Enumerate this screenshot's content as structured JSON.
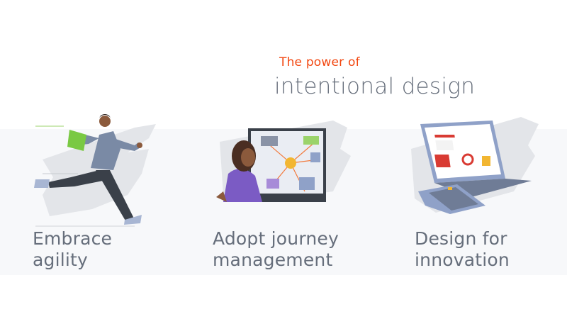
{
  "hero": {
    "eyebrow": "The power of",
    "headline": "intentional design"
  },
  "cards": [
    {
      "line1": "Embrace",
      "line2": "agility",
      "illustration": "running-man-with-folder"
    },
    {
      "line1": "Adopt journey",
      "line2": "management",
      "illustration": "woman-viewing-journey-map-on-monitor"
    },
    {
      "line1": "Design for",
      "line2": "innovation",
      "illustration": "laptop-with-dashboard-and-calculator"
    }
  ],
  "colors": {
    "accent": "#f2460f",
    "text": "#666e7b",
    "band": "#f7f8fa",
    "brush": "#e3e5e9"
  }
}
